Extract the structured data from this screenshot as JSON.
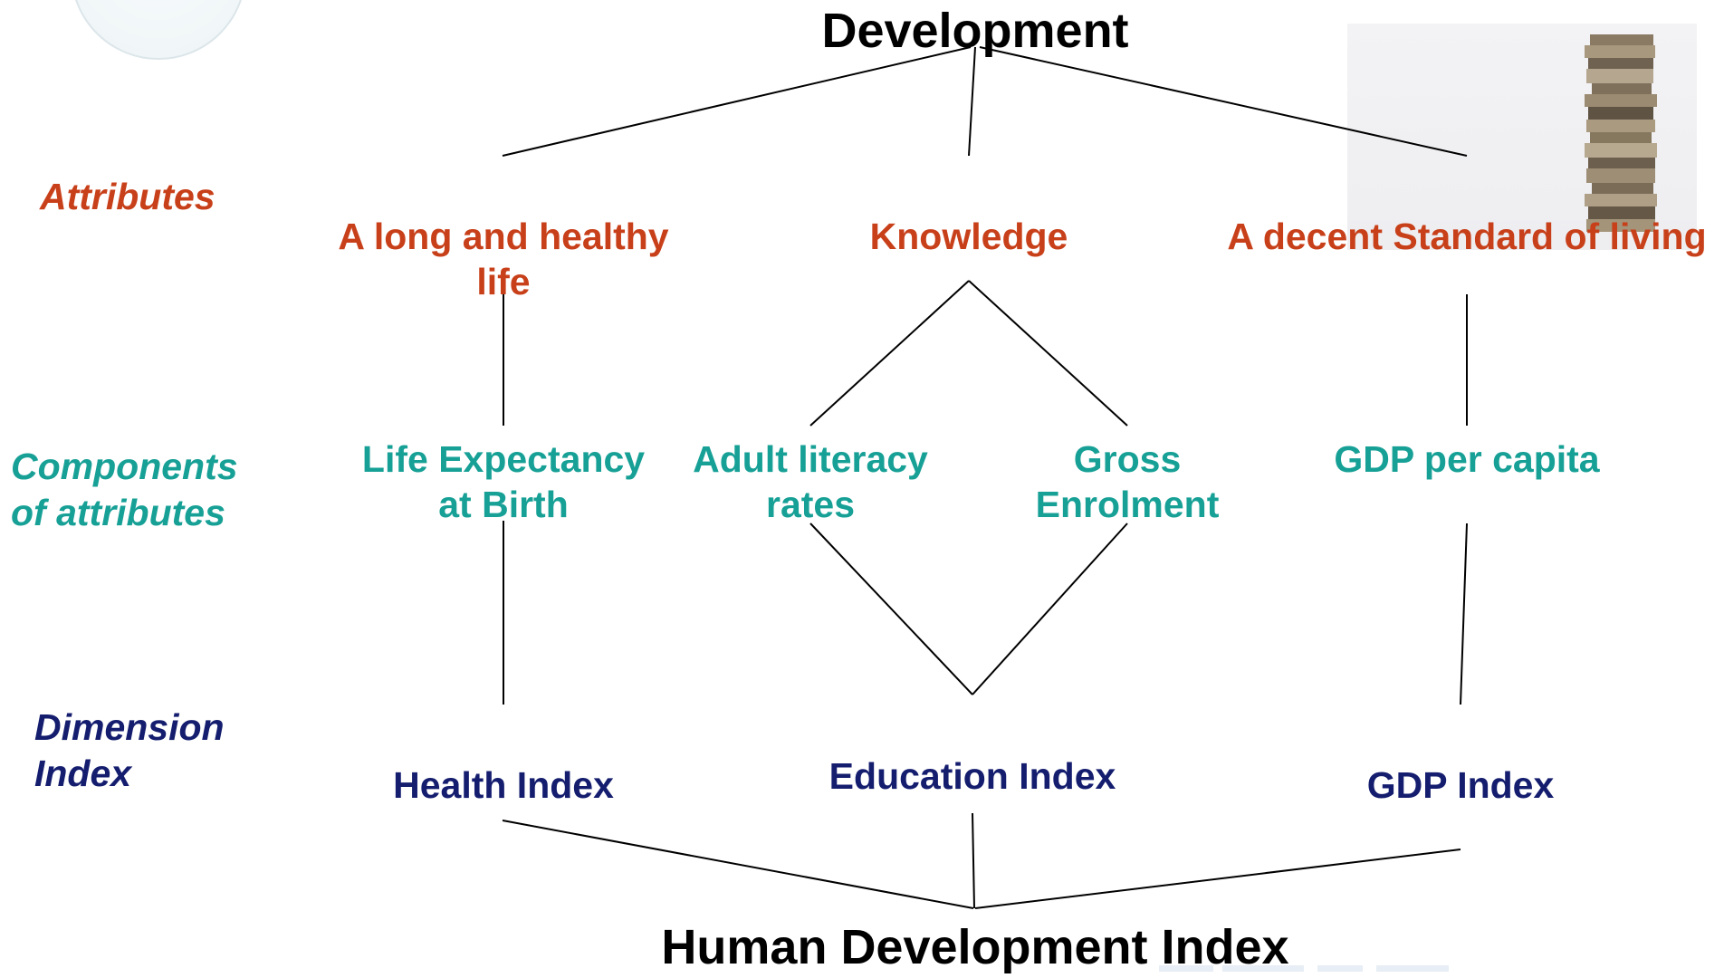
{
  "diagram": {
    "top": "Development",
    "bottom": "Human Development Index",
    "side_labels": {
      "attributes": "Attributes",
      "components": [
        "Components",
        "of attributes"
      ],
      "dimension": [
        "Dimension",
        "Index"
      ]
    },
    "attributes": {
      "health": [
        "A long and healthy",
        "life"
      ],
      "knowledge": "Knowledge",
      "living": "A decent Standard of living"
    },
    "components": {
      "life_expectancy": [
        "Life Expectancy",
        "at Birth"
      ],
      "adult_literacy": [
        "Adult literacy",
        "rates"
      ],
      "gross_enrolment": [
        "Gross",
        "Enrolment"
      ],
      "gdp_per_capita": "GDP per capita"
    },
    "indices": {
      "health": "Health Index",
      "education": "Education Index",
      "gdp": "GDP Index"
    }
  },
  "colors": {
    "attribute": "#c8401a",
    "component": "#17a096",
    "dimension": "#141d6e",
    "title": "#000000",
    "line": "#000000"
  },
  "decorations": [
    "circle-graphic",
    "stacked-books-photo"
  ]
}
